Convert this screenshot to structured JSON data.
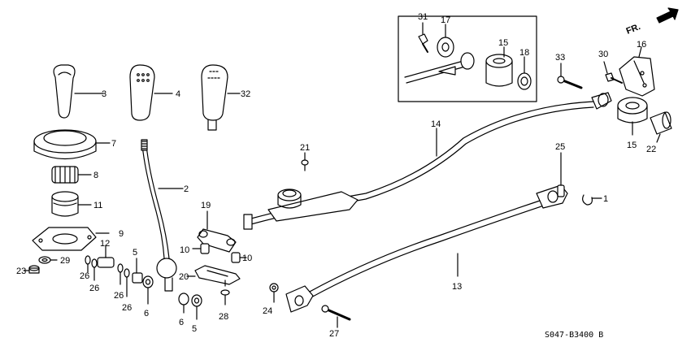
{
  "diagram": {
    "drawing_code": "S047-B3400 B",
    "direction_label": "FR.",
    "callouts": [
      {
        "id": "p1",
        "text": "1"
      },
      {
        "id": "p2",
        "text": "2"
      },
      {
        "id": "p3",
        "text": "3"
      },
      {
        "id": "p4",
        "text": "4"
      },
      {
        "id": "p5a",
        "text": "5"
      },
      {
        "id": "p5b",
        "text": "5"
      },
      {
        "id": "p6a",
        "text": "6"
      },
      {
        "id": "p6b",
        "text": "6"
      },
      {
        "id": "p7",
        "text": "7"
      },
      {
        "id": "p8",
        "text": "8"
      },
      {
        "id": "p9",
        "text": "9"
      },
      {
        "id": "p10a",
        "text": "10"
      },
      {
        "id": "p10b",
        "text": "10"
      },
      {
        "id": "p11",
        "text": "11"
      },
      {
        "id": "p12",
        "text": "12"
      },
      {
        "id": "p13",
        "text": "13"
      },
      {
        "id": "p14",
        "text": "14"
      },
      {
        "id": "p15a",
        "text": "15"
      },
      {
        "id": "p15b",
        "text": "15"
      },
      {
        "id": "p16",
        "text": "16"
      },
      {
        "id": "p17",
        "text": "17"
      },
      {
        "id": "p18",
        "text": "18"
      },
      {
        "id": "p19",
        "text": "19"
      },
      {
        "id": "p20",
        "text": "20"
      },
      {
        "id": "p21",
        "text": "21"
      },
      {
        "id": "p22",
        "text": "22"
      },
      {
        "id": "p23",
        "text": "23"
      },
      {
        "id": "p24",
        "text": "24"
      },
      {
        "id": "p25",
        "text": "25"
      },
      {
        "id": "p26a",
        "text": "26"
      },
      {
        "id": "p26b",
        "text": "26"
      },
      {
        "id": "p26c",
        "text": "26"
      },
      {
        "id": "p26d",
        "text": "26"
      },
      {
        "id": "p27",
        "text": "27"
      },
      {
        "id": "p28",
        "text": "28"
      },
      {
        "id": "p29",
        "text": "29"
      },
      {
        "id": "p30",
        "text": "30"
      },
      {
        "id": "p31",
        "text": "31"
      },
      {
        "id": "p32",
        "text": "32"
      },
      {
        "id": "p33",
        "text": "33"
      }
    ]
  }
}
